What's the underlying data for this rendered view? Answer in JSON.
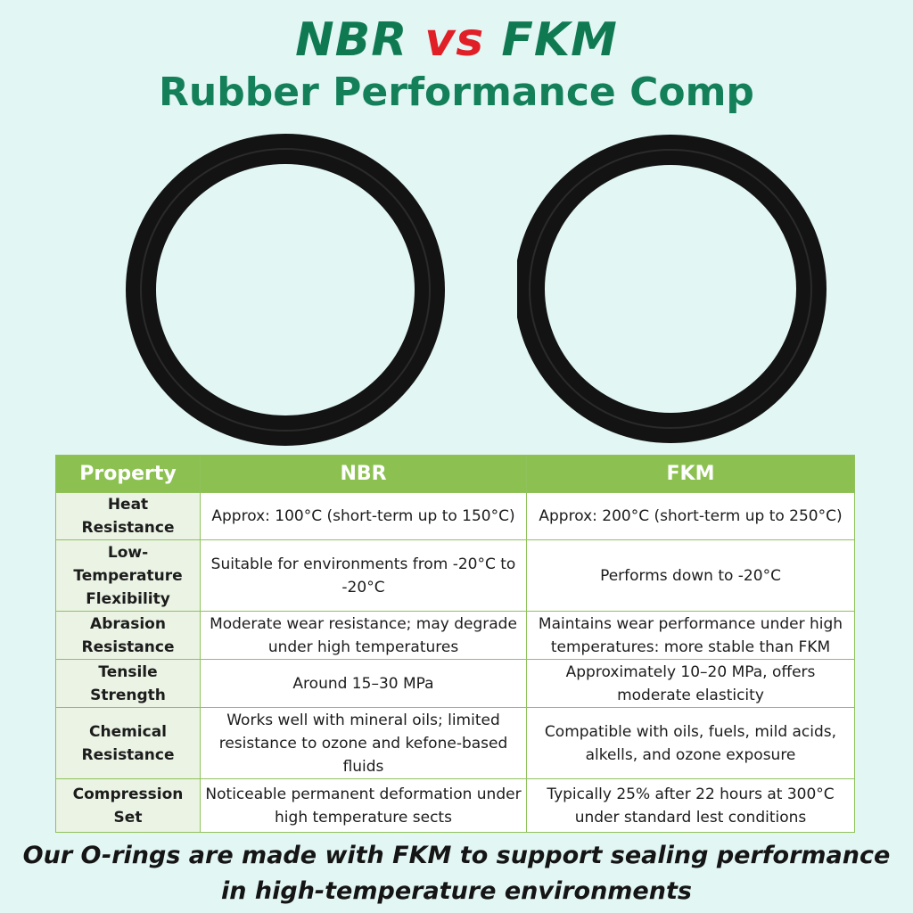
{
  "title": {
    "left": "NBR",
    "vs": "vs",
    "right": "FKM",
    "subtitle": "Rubber Performance Comp"
  },
  "colors": {
    "background": "#e2f6f4",
    "title_green": "#0f7a52",
    "vs_red": "#e01f26",
    "header_green": "#8cc152",
    "property_cell": "#eaf3e4",
    "ring": "#141414"
  },
  "images": [
    {
      "name": "nbr-o-ring",
      "icon": "o-ring"
    },
    {
      "name": "fkm-o-ring",
      "icon": "o-ring"
    }
  ],
  "table": {
    "headers": [
      "Property",
      "NBR",
      "FKM"
    ],
    "rows": [
      {
        "property": "Heat Resistance",
        "nbr": "Approx: 100°C (short-term up to 150°C)",
        "fkm": "Approx: 200°C (short-term up to 250°C)"
      },
      {
        "property": "Low-Temperature Flexibility",
        "nbr": "Suitable for environments from -20°C to -20°C",
        "fkm": "Performs down to -20°C"
      },
      {
        "property": "Abrasion Resistance",
        "nbr": "Moderate wear resistance; may degrade under high temperatures",
        "fkm": "Maintains wear performance under high temperatures: more stable than FKM"
      },
      {
        "property": "Tensile Strength",
        "nbr": "Around 15–30 MPa",
        "fkm": "Approximately 10–20 MPa, offers moderate elasticity"
      },
      {
        "property": "Chemical Resistance",
        "nbr": "Works well with mineral oils; limited resistance to ozone and kefone-based fluids",
        "fkm": "Compatible with oils, fuels, mild acids, alkells, and ozone exposure"
      },
      {
        "property": "Compression Set",
        "nbr": "Noticeable permanent deformation under high temperature sects",
        "fkm": "Typically 25% after 22 hours at 300°C under standard lest conditions"
      }
    ]
  },
  "footer": {
    "line1": "Our O-rings are made with FKM to support sealing performance",
    "line2": "in high-temperature environments"
  }
}
